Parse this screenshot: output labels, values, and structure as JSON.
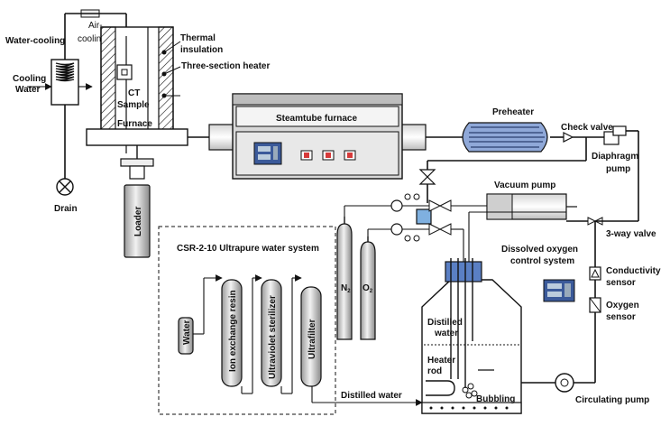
{
  "labels": {
    "water_cooling": "Water-cooling",
    "air_cooling": "Air-\ncooling",
    "cooling_water": "Cooling\nWater",
    "thermal_insulation": "Thermal\ninsulation",
    "three_section_heater": "Three-section heater",
    "ct": "CT",
    "sample": "Sample",
    "furnace": "Furnace",
    "steamtube_furnace": "Steamtube furnace",
    "preheater": "Preheater",
    "check_valve": "Check valve",
    "diaphragm_pump": "Diaphragm\npump",
    "drain": "Drain",
    "loader": "Loader",
    "vacuum_pump": "Vacuum pump",
    "three_way_valve": "3-way valve",
    "dissolved_oxygen": "Dissolved oxygen\ncontrol system",
    "conductivity_sensor": "Conductivity\nsensor",
    "oxygen_sensor": "Oxygen\nsensor",
    "circulating_pump": "Circulating pump",
    "ultrapure_system": "CSR-2-10 Ultrapure water system",
    "water": "Water",
    "ion_exchange": "Ion exchange resin",
    "uv_sterilizer": "Ultraviolet sterilizer",
    "ultrafilter": "Ultrafilter",
    "distilled_water_line": "Distilled water",
    "n2": "N",
    "n2_sub": "2",
    "o2": "O",
    "o2_sub": "2",
    "distilled_water_tank": "Distilled\nwater",
    "heater_rod": "Heater\nrod",
    "bubbling": "Bubbling"
  }
}
